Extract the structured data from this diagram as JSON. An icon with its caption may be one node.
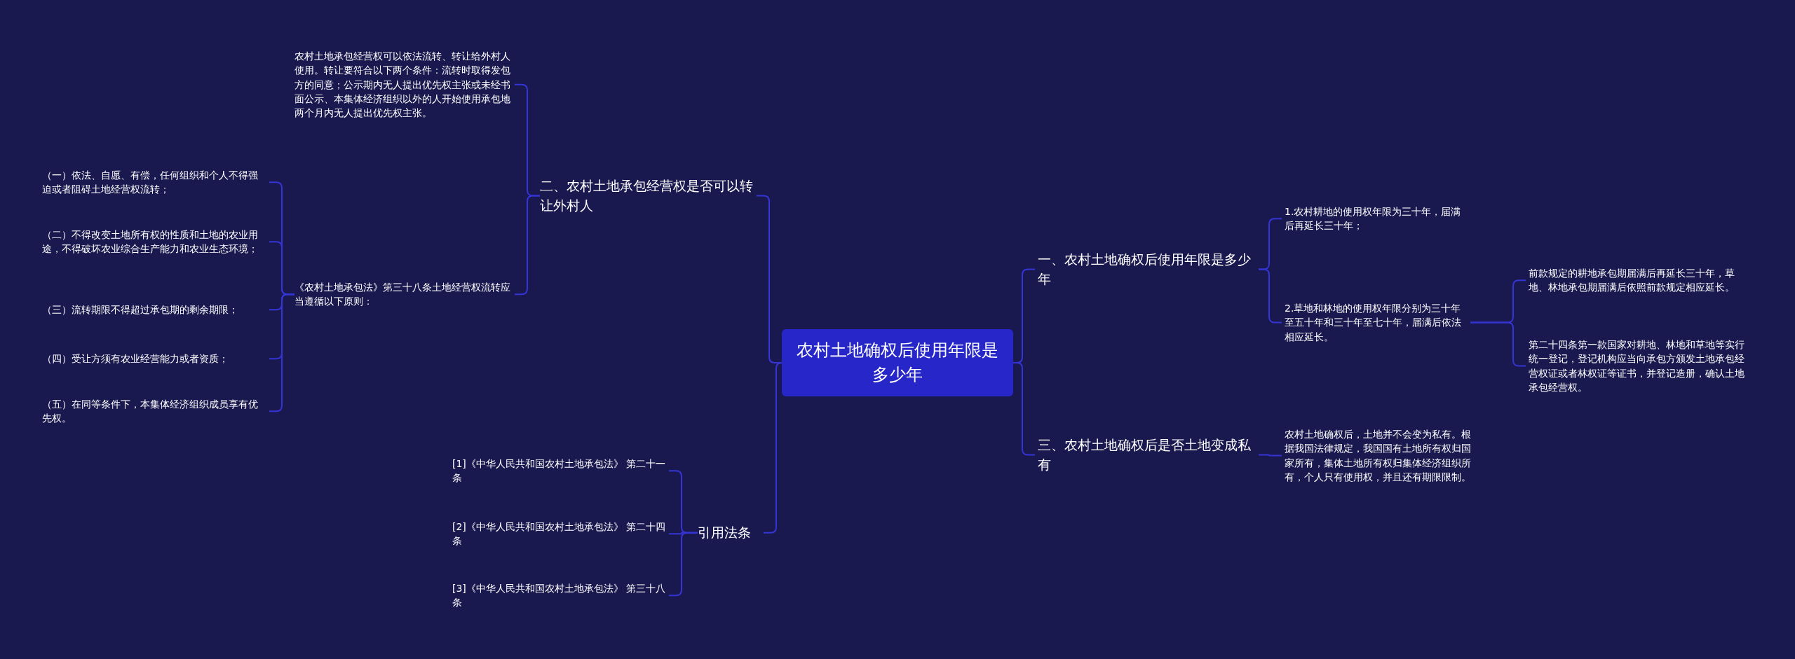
{
  "diagram": {
    "nodes": [
      {
        "text": [
          "农村土地确权后使用年限是多少年"
        ]
      },
      {
        "text": [
          "一、农村土地确权后使用年限是多少年"
        ]
      },
      {
        "text": [
          "1.农村耕地的使用权年限为三十年，届满后再延长三十年；"
        ]
      },
      {
        "text": [
          "2.草地和林地的使用权年限分别为三十年至五十年和三十年至七十年，届满后依法相应延长。"
        ]
      },
      {
        "text": [
          "前款规定的耕地承包期届满后再延长三十年，草地、林地承包期届满后依照前款规定相应延长。"
        ]
      },
      {
        "text": [
          "第二十四条第一款国家对耕地、林地和草地等实行统一登记，登记机构应当向承包方颁发土地承包经营权证或者林权证等证书，并登记造册，确认土地承包经营权。"
        ]
      },
      {
        "text": [
          "三、农村土地确权后是否土地变成私有"
        ]
      },
      {
        "text": [
          "农村土地确权后，土地并不会变为私有。根据我国法律规定，我国国有土地所有权归国家所有，集体土地所有权归集体经济组织所有，个人只有使用权，并且还有期限限制。"
        ]
      },
      {
        "text": [
          "二、农村土地承包经营权是否可以转让外村人"
        ]
      },
      {
        "text": [
          "农村土地承包经营权可以依法流转、转让给外村人使用。转让要符合以下两个条件：流转时取得发包方的同意；公示期内无人提出优先权主张或未经书面公示、本集体经济组织以外的人开始使用承包地两个月内无人提出优先权主张。"
        ]
      },
      {
        "text": [
          "《农村土地承包法》第三十八条土地经营权流转应当遵循以下原则："
        ]
      },
      {
        "text": [
          "（一）依法、自愿、有偿，任何组织和个人不得强迫或者阻碍土地经营权流转；"
        ]
      },
      {
        "text": [
          "（二）不得改变土地所有权的性质和土地的农业用途，不得破坏农业综合生产能力和农业生态环境；"
        ]
      },
      {
        "text": [
          "（三）流转期限不得超过承包期的剩余期限；"
        ]
      },
      {
        "text": [
          "（四）受让方须有农业经营能力或者资质；"
        ]
      },
      {
        "text": [
          "（五）在同等条件下，本集体经济组织成员享有优先权。"
        ]
      },
      {
        "text": [
          "引用法条"
        ]
      },
      {
        "text": [
          "[1]《中华人民共和国农村土地承包法》 第二十一条"
        ]
      },
      {
        "text": [
          "[2]《中华人民共和国农村土地承包法》 第二十四条"
        ]
      },
      {
        "text": [
          "[3]《中华人民共和国农村土地承包法》 第三十八条"
        ]
      }
    ],
    "edges": [
      {
        "from": 0,
        "to": 1,
        "arrow": "none"
      },
      {
        "from": 1,
        "to": 2,
        "arrow": "none"
      },
      {
        "from": 1,
        "to": 3,
        "arrow": "none"
      },
      {
        "from": 3,
        "to": 4,
        "arrow": "none"
      },
      {
        "from": 3,
        "to": 5,
        "arrow": "none"
      },
      {
        "from": 0,
        "to": 6,
        "arrow": "none"
      },
      {
        "from": 6,
        "to": 7,
        "arrow": "none"
      },
      {
        "from": 0,
        "to": 8,
        "arrow": "none"
      },
      {
        "from": 8,
        "to": 9,
        "arrow": "none"
      },
      {
        "from": 8,
        "to": 10,
        "arrow": "none"
      },
      {
        "from": 10,
        "to": 11,
        "arrow": "none"
      },
      {
        "from": 10,
        "to": 12,
        "arrow": "none"
      },
      {
        "from": 10,
        "to": 13,
        "arrow": "none"
      },
      {
        "from": 10,
        "to": 14,
        "arrow": "none"
      },
      {
        "from": 10,
        "to": 15,
        "arrow": "none"
      },
      {
        "from": 0,
        "to": 16,
        "arrow": "none"
      },
      {
        "from": 16,
        "to": 17,
        "arrow": "none"
      },
      {
        "from": 16,
        "to": 18,
        "arrow": "none"
      },
      {
        "from": 16,
        "to": 19,
        "arrow": "none"
      }
    ]
  }
}
